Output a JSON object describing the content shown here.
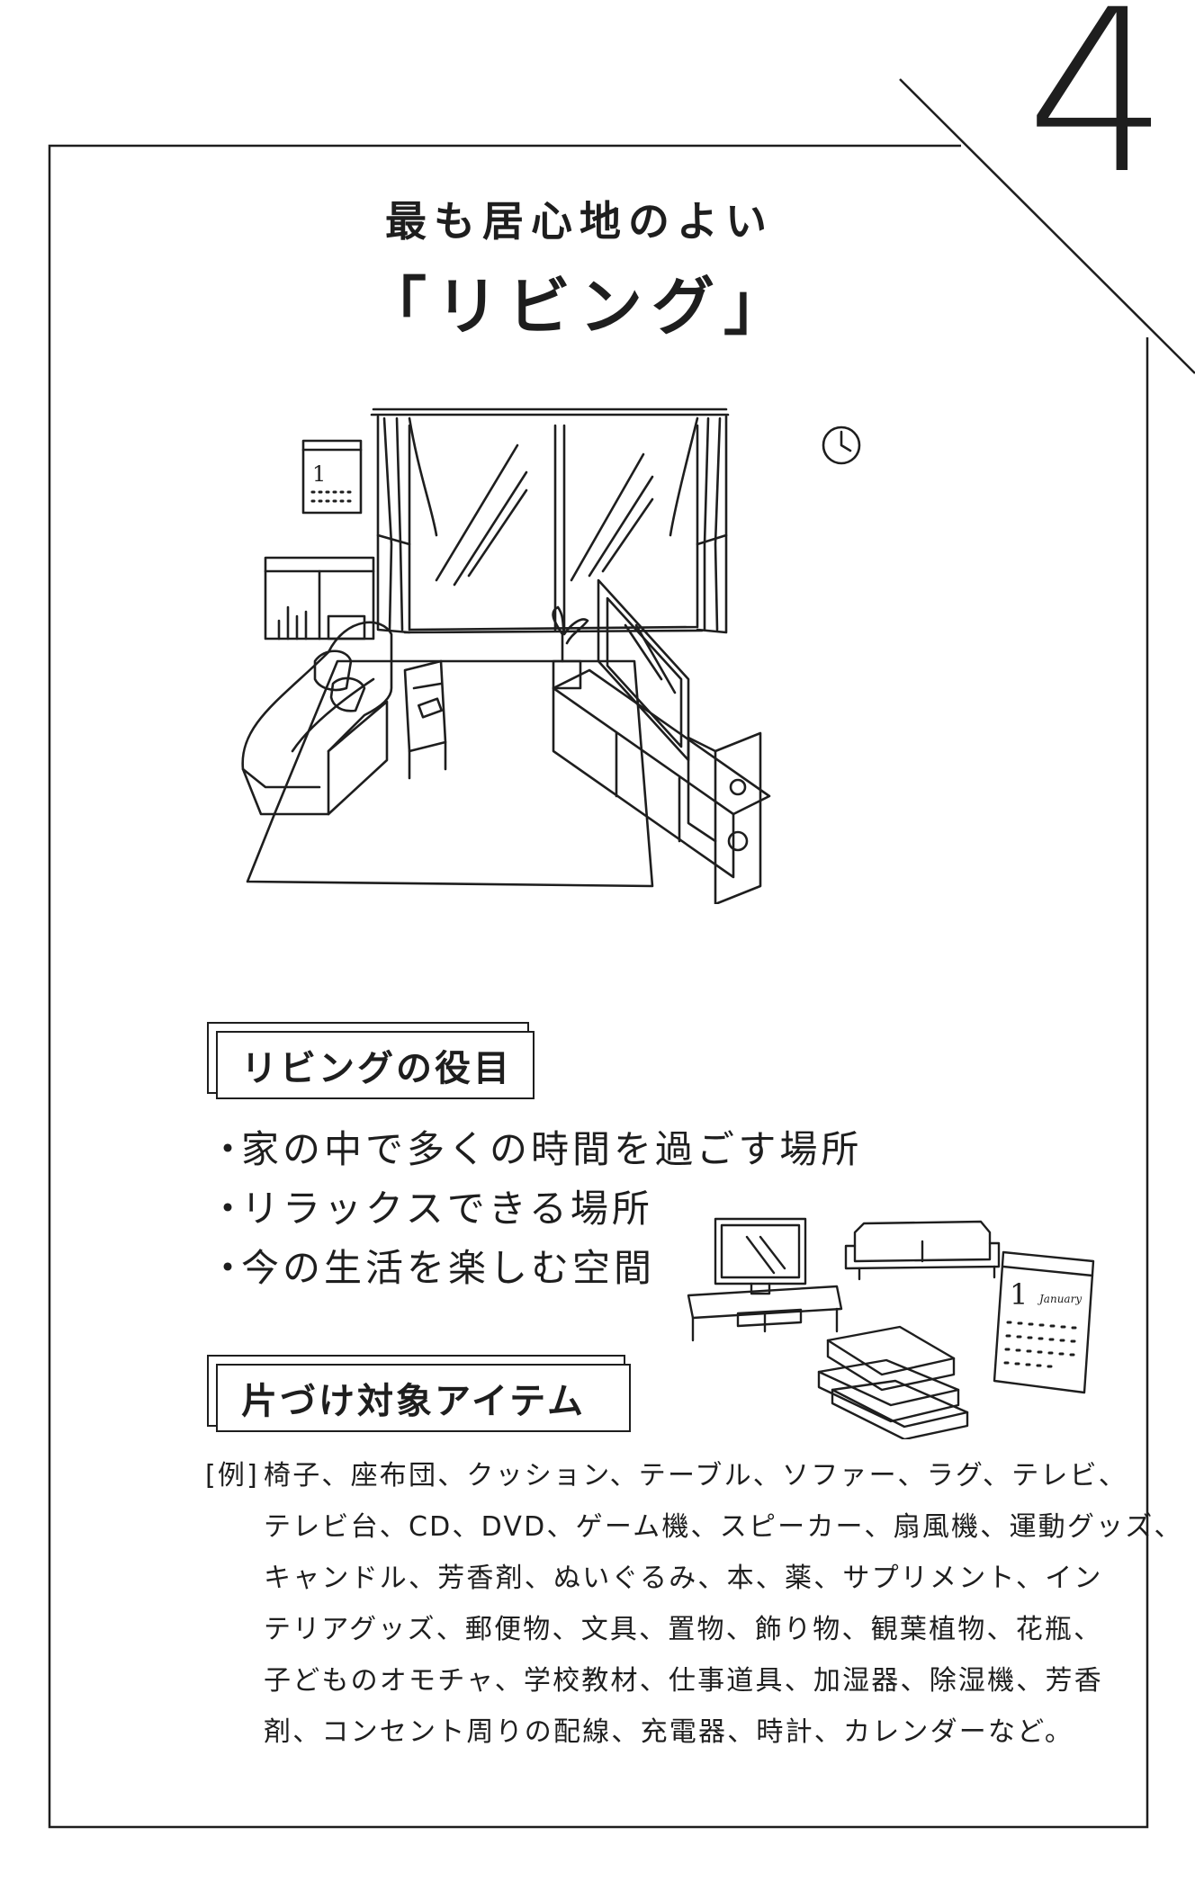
{
  "page": {
    "chapter_number": "4",
    "title_line1": "最も居心地のよい",
    "title_line2": "「リビング」"
  },
  "roles_section": {
    "heading": "リビングの役目",
    "bullets": [
      "家の中で多くの時間を過ごす場所",
      "リラックスできる場所",
      "今の生活を楽しむ空間"
    ]
  },
  "items_section": {
    "heading": "片づけ対象アイテム",
    "example_tag": "[例]",
    "example_lines": [
      "椅子、座布団、クッション、テーブル、ソファー、ラグ、テレビ、",
      "テレビ台、CD、DVD、ゲーム機、スピーカー、扇風機、運動グッズ、",
      "キャンドル、芳香剤、ぬいぐるみ、本、薬、サプリメント、イン",
      "テリアグッズ、郵便物、文具、置物、飾り物、観葉植物、花瓶、",
      "子どものオモチャ、学校教材、仕事道具、加湿器、除湿機、芳香",
      "剤、コンセント周りの配線、充電器、時計、カレンダーなど。"
    ]
  },
  "illustrations": {
    "living_room": "living-room-illustration",
    "items": "living-items-illustration",
    "calendar_digit": "1",
    "calendar_month": "January"
  },
  "colors": {
    "ink": "#1e1e1e",
    "paper": "#ffffff"
  }
}
